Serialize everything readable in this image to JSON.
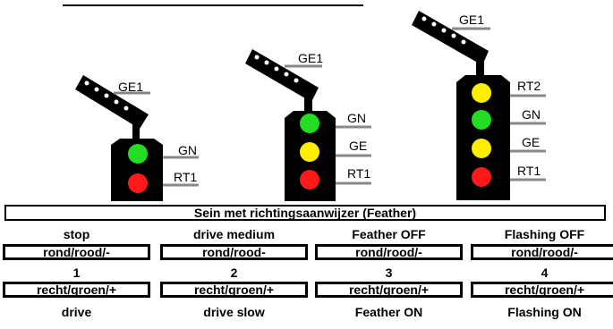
{
  "signals": {
    "small": {
      "feather_label": "GE1",
      "lamps": [
        {
          "label": "GN",
          "color": "#22dd22"
        },
        {
          "label": "RT1",
          "color": "#ff1a1a"
        }
      ]
    },
    "medium": {
      "feather_label": "GE1",
      "lamps": [
        {
          "label": "GN",
          "color": "#22dd22"
        },
        {
          "label": "GE",
          "color": "#ffee00"
        },
        {
          "label": "RT1",
          "color": "#ff1a1a"
        }
      ]
    },
    "large": {
      "feather_label": "GE1",
      "lamps": [
        {
          "label": "RT2",
          "color": "#ffee00"
        },
        {
          "label": "GN",
          "color": "#22dd22"
        },
        {
          "label": "GE",
          "color": "#ffee00"
        },
        {
          "label": "RT1",
          "color": "#ff1a1a"
        }
      ]
    }
  },
  "banner": "Sein met richtingsaanwijzer (Feather)",
  "columns": [
    {
      "top": "stop",
      "box1": "rond/rood/-",
      "number": "1",
      "box2": "recht/groen/+",
      "bottom": "drive"
    },
    {
      "top": "drive medium",
      "box1": "rond/rood-",
      "number": "2",
      "box2": "recht/groen/+",
      "bottom": "drive slow"
    },
    {
      "top": "Feather OFF",
      "box1": "rond/rood/-",
      "number": "3",
      "box2": "recht/groen/+",
      "bottom": "Feather ON"
    },
    {
      "top": "Flashing OFF",
      "box1": "rond/rood/-",
      "number": "4",
      "box2": "recht/groen/+",
      "bottom": "Flashing ON"
    }
  ]
}
